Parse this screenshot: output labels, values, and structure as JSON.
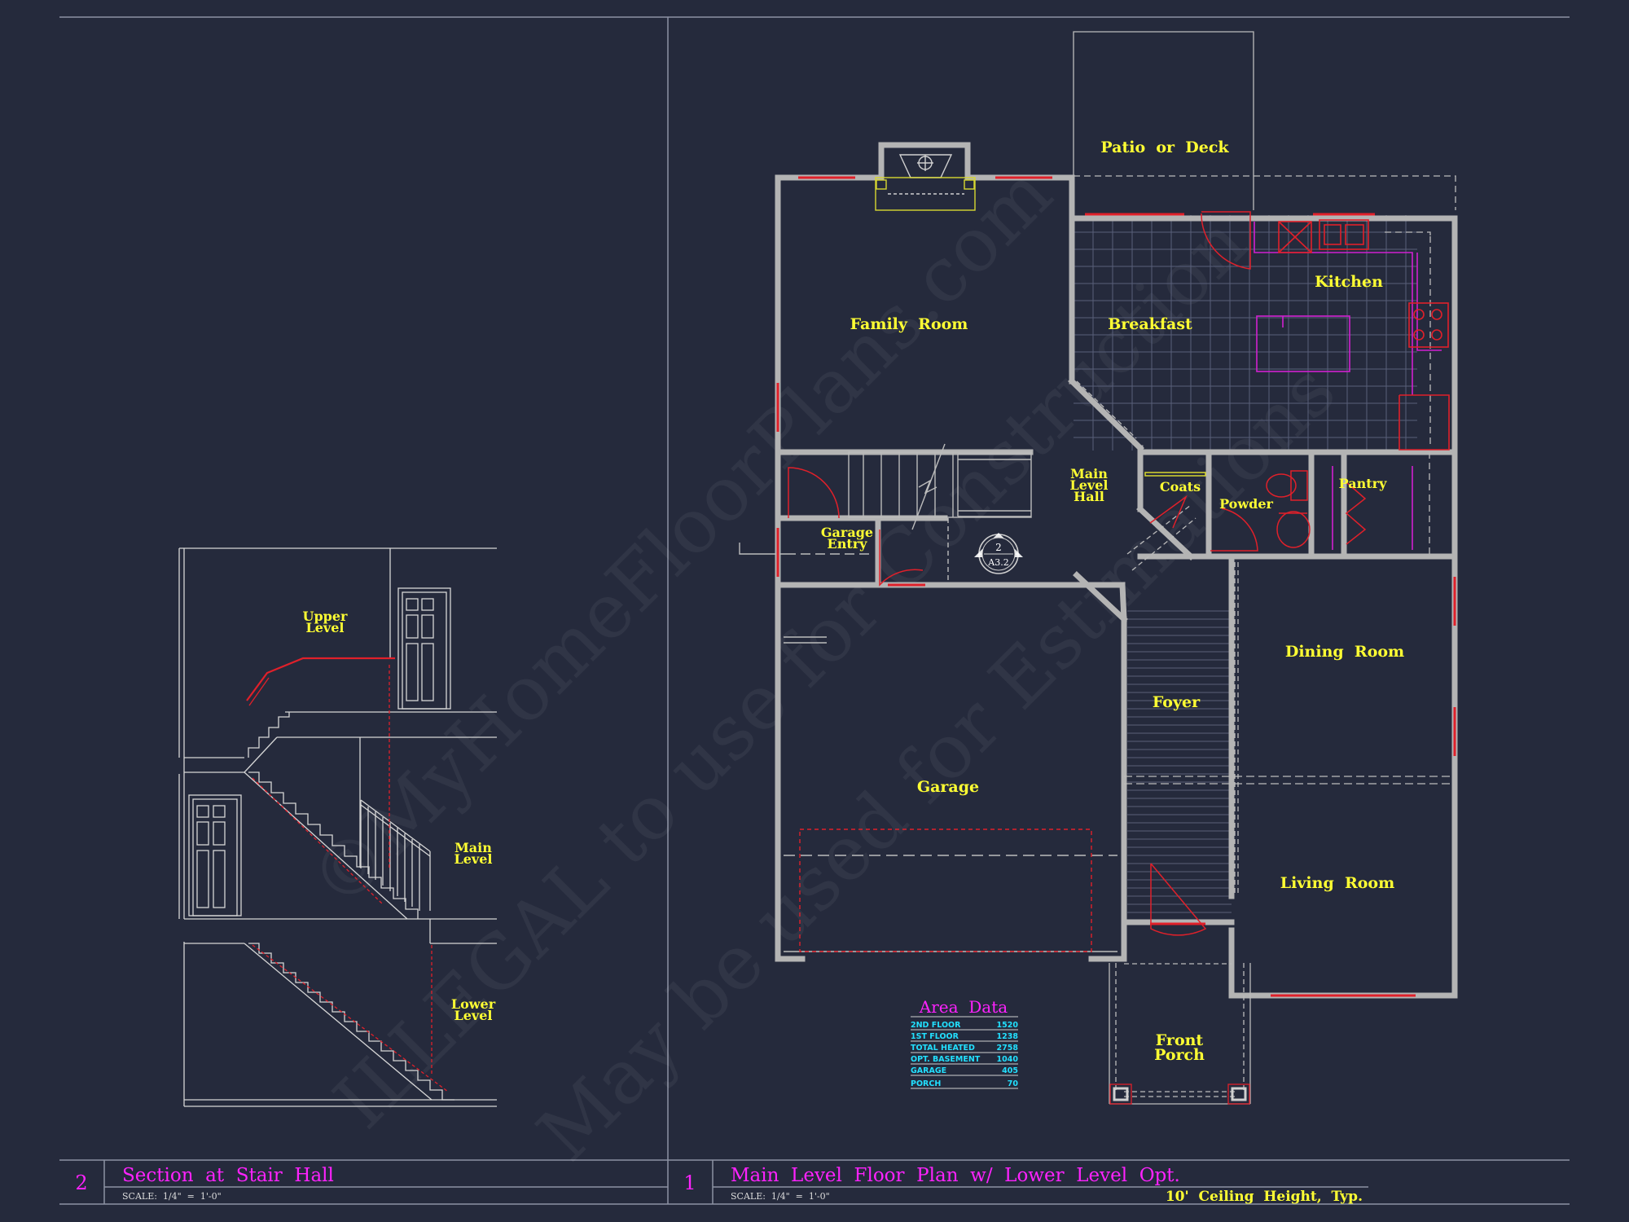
{
  "section_view": {
    "labels": {
      "upper_level": [
        "Upper",
        "Level"
      ],
      "main_level": [
        "Main",
        "Level"
      ],
      "lower_level": [
        "Lower",
        "Level"
      ]
    }
  },
  "floor_plan": {
    "rooms": {
      "patio": "Patio  or  Deck",
      "family_room": "Family  Room",
      "breakfast": "Breakfast",
      "kitchen": "Kitchen",
      "main_level_hall": [
        "Main",
        "Level",
        "Hall"
      ],
      "coats": "Coats",
      "powder": "Powder",
      "pantry": "Pantry",
      "garage_entry": [
        "Garage",
        "Entry"
      ],
      "dining_room": "Dining  Room",
      "foyer": "Foyer",
      "garage": "Garage",
      "living_room": "Living  Room",
      "front_porch": [
        "Front",
        "Porch"
      ]
    },
    "section_marker": {
      "number": "2",
      "sheet": "A3.2"
    }
  },
  "area_data": {
    "title": "Area  Data",
    "rows": [
      {
        "label": "2ND FLOOR",
        "value": "1520"
      },
      {
        "label": "1ST FLOOR",
        "value": "1238"
      },
      {
        "label": "TOTAL HEATED",
        "value": "2758"
      },
      {
        "label": "OPT. BASEMENT",
        "value": "1040"
      },
      {
        "label": "GARAGE",
        "value": "405"
      },
      {
        "label": "PORCH",
        "value": "70"
      }
    ]
  },
  "title_blocks": [
    {
      "number": "2",
      "title": "Section  at  Stair  Hall",
      "scale": "SCALE:  1/4\"  =  1'-0\"",
      "note": ""
    },
    {
      "number": "1",
      "title": "Main  Level  Floor  Plan  w/  Lower  Level  Opt.",
      "scale": "SCALE:  1/4\"  =  1'-0\"",
      "note": "10'  Ceiling  Height,  Typ."
    }
  ],
  "watermark": {
    "line1": "©MyHomeFloorPlans.com",
    "line2": "ILLEGAL to use for Construction",
    "line3": "May be used for Estimations"
  },
  "colors": {
    "background": "#252a3c",
    "wall": "#b4b4b4",
    "room_label": "#ffff33",
    "title_text": "#ff22ff",
    "area_text": "#22e0ff",
    "window": "#e0202a",
    "door": "#e0202a"
  }
}
